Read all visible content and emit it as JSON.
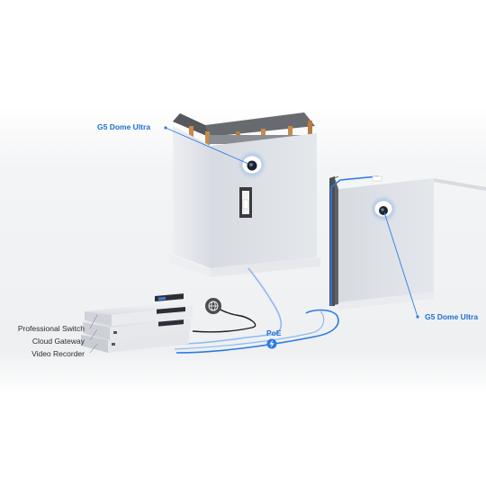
{
  "labels": {
    "camera_1": "G5 Dome Ultra",
    "camera_2": "G5 Dome Ultra",
    "poe": "PoE",
    "devices": [
      "Professional Switch",
      "Cloud Gateway",
      "Video Recorder"
    ]
  },
  "icons": {
    "internet": "globe-icon",
    "poe": "lightning-bolt-icon"
  },
  "colors": {
    "accent_blue": "#2f7ae5",
    "cable_light_blue": "#8fb9ef",
    "wall_face": "#dfe2e7",
    "brick_gray": "#6c6f73",
    "wood": "#c98a4a"
  }
}
